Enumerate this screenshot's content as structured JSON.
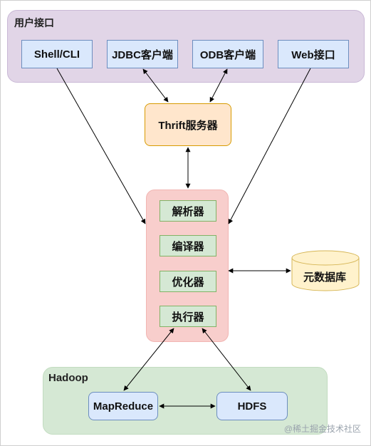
{
  "groups": {
    "user_interface": "用户接口",
    "hadoop": "Hadoop"
  },
  "nodes": {
    "shell_cli": "Shell/CLI",
    "jdbc_client": "JDBC客户端",
    "odb_client": "ODB客户端",
    "web_interface": "Web接口",
    "thrift_server": "Thrift服务器",
    "parser": "解析器",
    "compiler": "编译器",
    "optimizer": "优化器",
    "executor": "执行器",
    "metastore": "元数据库",
    "mapreduce": "MapReduce",
    "hdfs": "HDFS"
  },
  "colors": {
    "user_group_fill": "#e1d5e7",
    "user_group_stroke": "#c9b8d6",
    "node_blue_fill": "#dae8fc",
    "node_blue_stroke": "#6c8ebf",
    "thrift_fill": "#ffe6cc",
    "thrift_stroke": "#d79b00",
    "driver_fill": "#f8cecc",
    "stage_fill": "#d5e8d4",
    "stage_stroke": "#82b366",
    "metastore_fill": "#fff2cc",
    "metastore_stroke": "#d6b656",
    "hadoop_fill": "#d5e8d4"
  },
  "watermark": "@稀土掘金技术社区"
}
